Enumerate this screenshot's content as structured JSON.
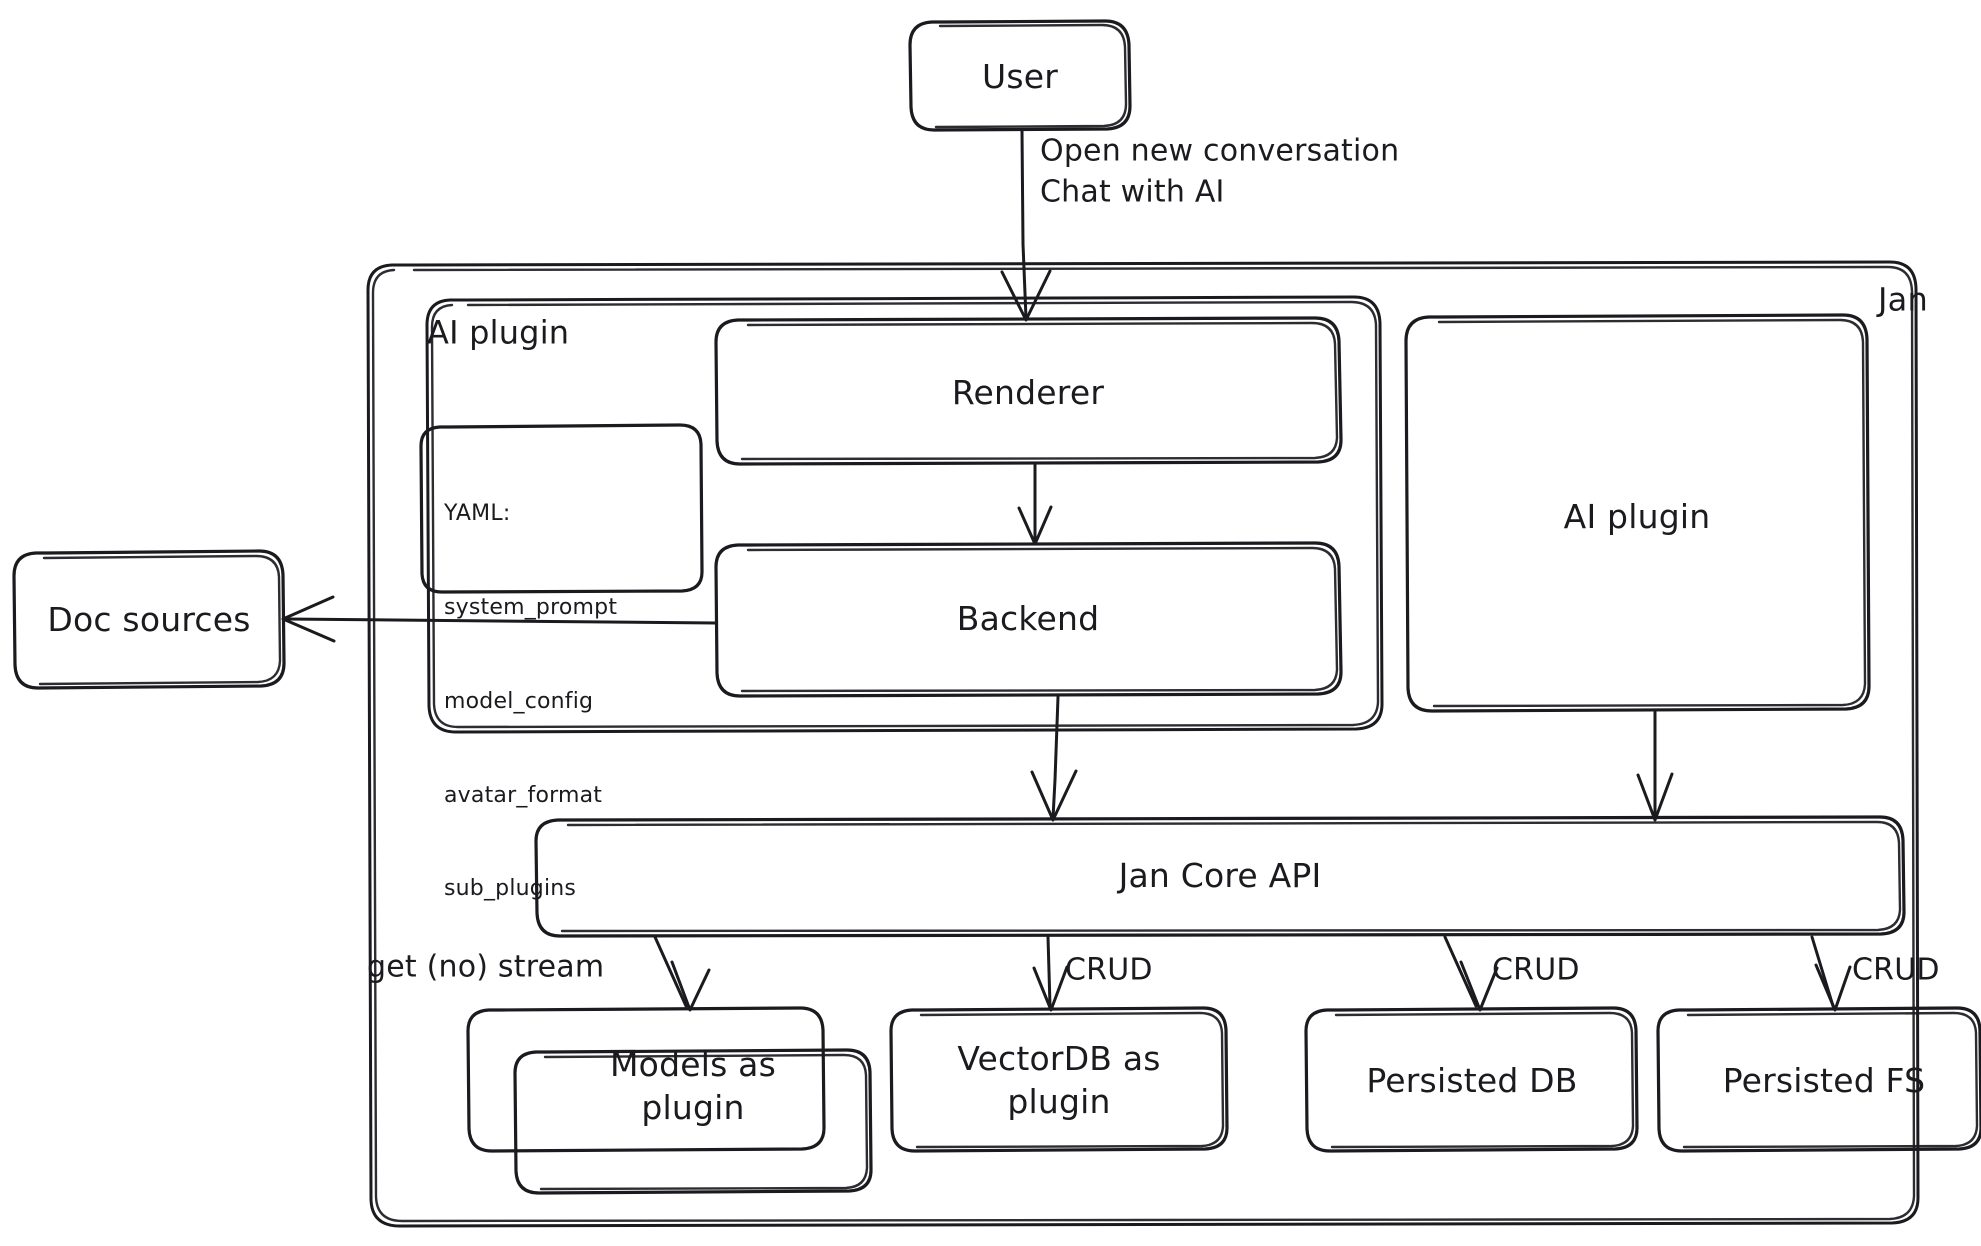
{
  "diagram": {
    "title": "Jan architecture diagram",
    "style": "hand-drawn",
    "stroke_color": "#1b1b1f",
    "background_color": "#ffffff"
  },
  "nodes": {
    "user": {
      "label": "User"
    },
    "jan_container": {
      "label": "Jan"
    },
    "ai_plugin_group": {
      "label": "AI plugin"
    },
    "yaml_card": {
      "lines": [
        "YAML:",
        "system_prompt",
        "model_config",
        "avatar_format",
        "sub_plugins"
      ]
    },
    "renderer": {
      "label": "Renderer"
    },
    "backend": {
      "label": "Backend"
    },
    "ai_plugin_box": {
      "label": "AI plugin"
    },
    "doc_sources": {
      "label": "Doc sources"
    },
    "jan_core_api": {
      "label": "Jan Core API"
    },
    "models_plugin": {
      "label": "Models as\nplugin"
    },
    "vectordb_plugin": {
      "label": "VectorDB as\nplugin"
    },
    "persisted_db": {
      "label": "Persisted DB"
    },
    "persisted_fs": {
      "label": "Persisted FS"
    }
  },
  "edges": [
    {
      "id": "user-to-renderer",
      "from": "user",
      "to": "renderer",
      "label": "Open new conversation\nChat with AI"
    },
    {
      "id": "renderer-to-backend",
      "from": "renderer",
      "to": "backend",
      "label": ""
    },
    {
      "id": "backend-to-doc-sources",
      "from": "backend",
      "to": "doc_sources",
      "label": ""
    },
    {
      "id": "backend-to-core-api",
      "from": "backend",
      "to": "jan_core_api",
      "label": ""
    },
    {
      "id": "ai-plugin-to-core-api",
      "from": "ai_plugin_box",
      "to": "jan_core_api",
      "label": ""
    },
    {
      "id": "core-api-to-models",
      "from": "jan_core_api",
      "to": "models_plugin",
      "label": "get (no) stream"
    },
    {
      "id": "core-api-to-vectordb",
      "from": "jan_core_api",
      "to": "vectordb_plugin",
      "label": "CRUD"
    },
    {
      "id": "core-api-to-persisted-db",
      "from": "jan_core_api",
      "to": "persisted_db",
      "label": "CRUD"
    },
    {
      "id": "core-api-to-persisted-fs",
      "from": "jan_core_api",
      "to": "persisted_fs",
      "label": "CRUD"
    }
  ]
}
